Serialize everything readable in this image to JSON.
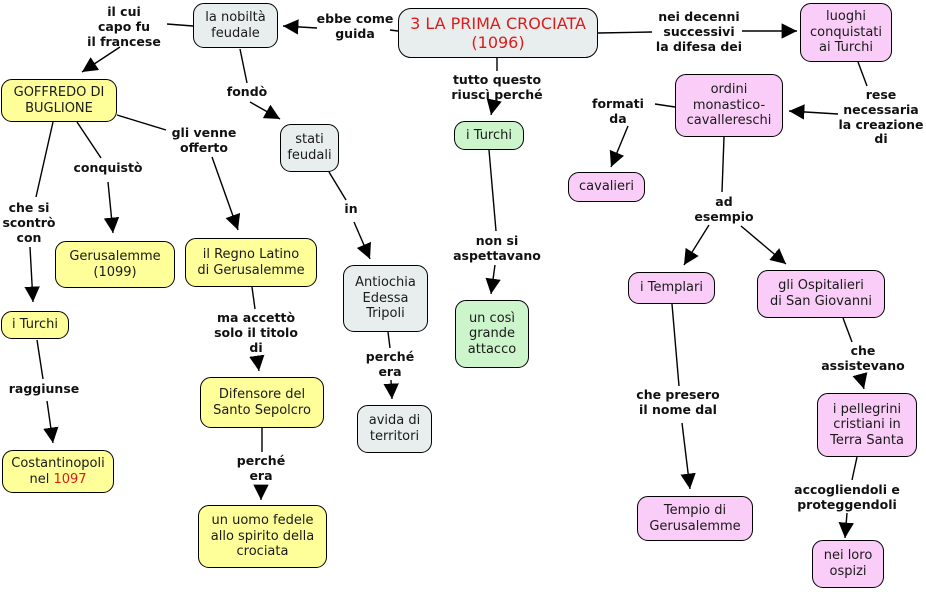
{
  "map_title": "3 LA PRIMA CROCIATA (1096)",
  "palette": {
    "node_yellow": "#FFFF99",
    "node_gray": "#E8EEEE",
    "node_green": "#CCF5CC",
    "node_pink": "#FACCF8",
    "title_red": "#DE1B1B",
    "line_black": "#000000",
    "background": "#FFFFFF"
  },
  "nodes": [
    {
      "id": "nobilta-feudale",
      "color": "gray",
      "text": "la nobiltà\nfeudale"
    },
    {
      "id": "prima-crociata",
      "color": "gray",
      "text": "3 LA PRIMA CROCIATA\n(1096)"
    },
    {
      "id": "luoghi-conquistati",
      "color": "pink",
      "text": "luoghi\nconquistati\nai Turchi"
    },
    {
      "id": "goffredo",
      "color": "yellow",
      "text": "GOFFREDO DI\nBUGLIONE"
    },
    {
      "id": "ordini-monastici",
      "color": "pink",
      "text": "ordini\nmonastico-\ncavallereschi"
    },
    {
      "id": "stati-feudali",
      "color": "gray",
      "text": "stati\nfeudali"
    },
    {
      "id": "turchi-verde",
      "color": "green",
      "text": "i Turchi"
    },
    {
      "id": "cavalieri",
      "color": "pink",
      "text": "cavalieri"
    },
    {
      "id": "gerusalemme-1099",
      "color": "yellow",
      "text": "Gerusalemme\n(1099)"
    },
    {
      "id": "regno-latino",
      "color": "yellow",
      "text": "il Regno Latino\ndi Gerusalemme"
    },
    {
      "id": "antiochia",
      "color": "gray",
      "text": "Antiochia\nEdessa\nTripoli"
    },
    {
      "id": "grande-attacco",
      "color": "green",
      "text": "un così\ngrande\nattacco"
    },
    {
      "id": "templari",
      "color": "pink",
      "text": "i Templari"
    },
    {
      "id": "ospitalieri",
      "color": "pink",
      "text": "gli Ospitalieri\ndi San Giovanni"
    },
    {
      "id": "turchi-giallo",
      "color": "yellow",
      "text": "i Turchi"
    },
    {
      "id": "difensore",
      "color": "yellow",
      "text": "Difensore del\nSanto Sepolcro"
    },
    {
      "id": "avida-territori",
      "color": "gray",
      "text": "avida di\nterritori"
    },
    {
      "id": "pellegrini",
      "color": "pink",
      "text": "i pellegrini\ncristiani in\nTerra Santa"
    },
    {
      "id": "costantinopoli",
      "color": "yellow",
      "text": "Costantinopoli\nnel ",
      "highlight": "1097"
    },
    {
      "id": "uomo-fedele",
      "color": "yellow",
      "text": "un uomo fedele\nallo spirito della\ncrociata"
    },
    {
      "id": "tempio",
      "color": "pink",
      "text": "Tempio di\nGerusalemme"
    },
    {
      "id": "ospizi",
      "color": "pink",
      "text": "nei loro\nospizi"
    }
  ],
  "labels": [
    {
      "id": "il-cui-capo",
      "text": "il cui\ncapo fu\nil francese"
    },
    {
      "id": "ebbe-come-guida",
      "text": "ebbe come\nguida"
    },
    {
      "id": "nei-decenni",
      "text": "nei decenni\nsuccessivi\nla difesa dei"
    },
    {
      "id": "fondo",
      "text": "fondò"
    },
    {
      "id": "gli-venne-offerto",
      "text": "gli venne\nofferto"
    },
    {
      "id": "conquisto",
      "text": "conquistò"
    },
    {
      "id": "tutto-questo",
      "text": "tutto questo\nriuscì perché"
    },
    {
      "id": "formati-da",
      "text": "formati\nda"
    },
    {
      "id": "rese-necessaria",
      "text": "rese\nnecessaria\nla creazione\ndi"
    },
    {
      "id": "che-si-scontro",
      "text": "che si\nscontrò\ncon"
    },
    {
      "id": "ad-esempio",
      "text": "ad\nesempio"
    },
    {
      "id": "in",
      "text": "in"
    },
    {
      "id": "non-si-aspettavano",
      "text": "non si\naspettavano"
    },
    {
      "id": "ma-accetto",
      "text": "ma accettò\nsolo il titolo\ndi"
    },
    {
      "id": "raggiunse",
      "text": "raggiunse"
    },
    {
      "id": "perche-era-antiochia",
      "text": "perché\nera"
    },
    {
      "id": "perche-era-difensore",
      "text": "perché\nera"
    },
    {
      "id": "che-presero",
      "text": "che presero\nil nome dal"
    },
    {
      "id": "che-assistevano",
      "text": "che\nassistevano"
    },
    {
      "id": "accogliendoli",
      "text": "accogliendoli e\nproteggendoli"
    }
  ]
}
